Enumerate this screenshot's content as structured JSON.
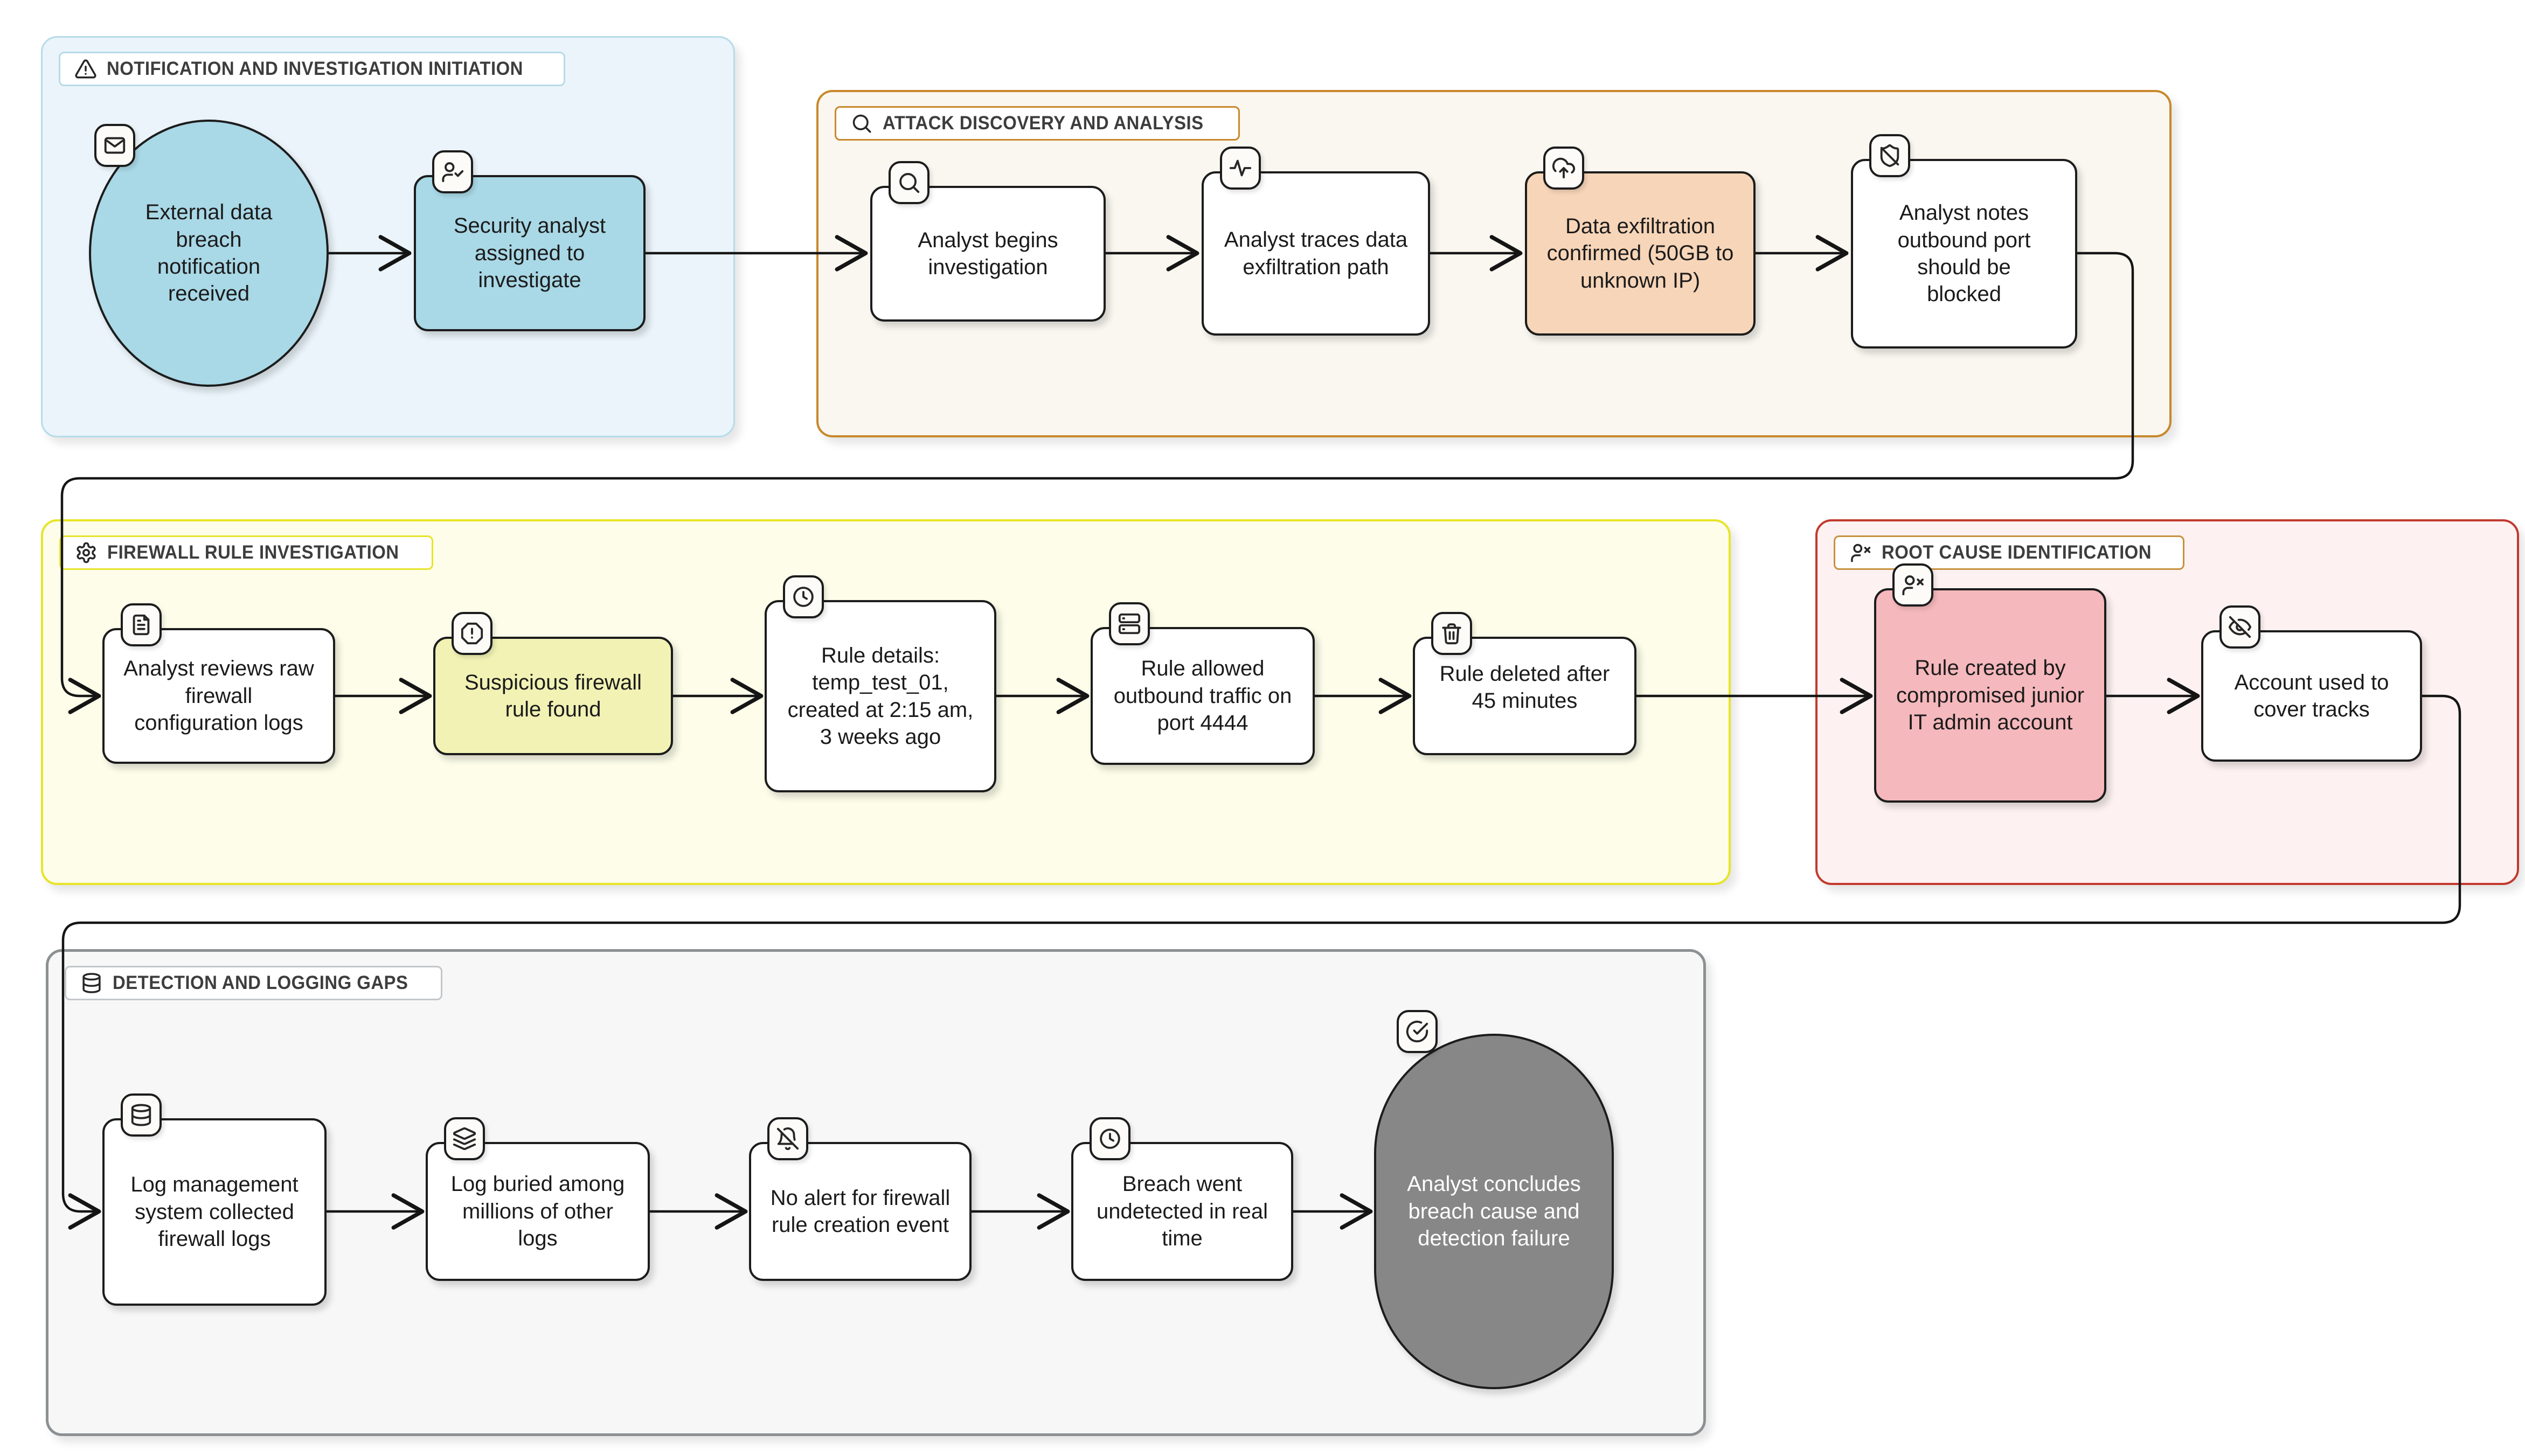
{
  "canvas": {
    "background": "#ffffff"
  },
  "palette": {
    "node_border": "#1c1c1c",
    "arrow": "#151515",
    "badge_bg": "#fcfbf7",
    "blue_node": "#a9d8e6",
    "peach_node": "#f7d5b8",
    "yellow_node": "#f1f2b4",
    "pink_node": "#f5b8bc",
    "gray_node": "#878787"
  },
  "sections": [
    {
      "label": "NOTIFICATION AND INVESTIGATION INITIATION",
      "icon": "alert-triangle-icon",
      "bg": "#eaf4fa",
      "border": "#b6dbe9",
      "nodes": [
        {
          "label": "External data breach notification received",
          "icon": "mail-icon",
          "shape": "stadium",
          "fill": "#a9d8e6"
        },
        {
          "label": "Security analyst assigned to investigate",
          "icon": "user-check-icon",
          "shape": "rect",
          "fill": "#a9d8e6"
        }
      ]
    },
    {
      "label": "ATTACK DISCOVERY AND ANALYSIS",
      "icon": "search-icon",
      "bg": "#faf7f0",
      "border": "#c8882b",
      "nodes": [
        {
          "label": "Analyst begins investigation",
          "icon": "search-icon",
          "shape": "rect",
          "fill": "#ffffff"
        },
        {
          "label": "Analyst traces data exfiltration path",
          "icon": "activity-icon",
          "shape": "rect",
          "fill": "#ffffff"
        },
        {
          "label": "Data exfiltration confirmed (50GB to unknown IP)",
          "icon": "upload-cloud-icon",
          "shape": "rect",
          "fill": "#f7d5b8"
        },
        {
          "label": "Analyst notes outbound port should be blocked",
          "icon": "shield-off-icon",
          "shape": "rect",
          "fill": "#ffffff"
        }
      ]
    },
    {
      "label": "FIREWALL RULE INVESTIGATION",
      "icon": "gear-icon",
      "bg": "#fdfdea",
      "border": "#e7e428",
      "nodes": [
        {
          "label": "Analyst reviews raw firewall configuration logs",
          "icon": "file-text-icon",
          "shape": "rect",
          "fill": "#ffffff"
        },
        {
          "label": "Suspicious firewall rule found",
          "icon": "alert-octagon-icon",
          "shape": "rect",
          "fill": "#f1f2b4"
        },
        {
          "label": "Rule details: temp_test_01, created at 2:15 am, 3 weeks ago",
          "icon": "clock-icon",
          "shape": "rect",
          "fill": "#ffffff"
        },
        {
          "label": "Rule allowed outbound traffic on port 4444",
          "icon": "server-icon",
          "shape": "rect",
          "fill": "#ffffff"
        },
        {
          "label": "Rule deleted after 45 minutes",
          "icon": "trash-icon",
          "shape": "rect",
          "fill": "#ffffff"
        }
      ]
    },
    {
      "label": "ROOT CAUSE IDENTIFICATION",
      "icon": "user-x-icon",
      "bg": "#fdf2f1",
      "border": "#c13a2d",
      "nodes": [
        {
          "label": "Rule created by compromised junior IT admin account",
          "icon": "user-x-icon",
          "shape": "rect",
          "fill": "#f5b8bc"
        },
        {
          "label": "Account used to cover tracks",
          "icon": "eye-off-icon",
          "shape": "rect",
          "fill": "#ffffff"
        }
      ]
    },
    {
      "label": "DETECTION AND LOGGING GAPS",
      "icon": "database-icon",
      "bg": "#f7f7f7",
      "border": "#8c9092",
      "nodes": [
        {
          "label": "Log management system collected firewall logs",
          "icon": "database-icon",
          "shape": "rect",
          "fill": "#ffffff"
        },
        {
          "label": "Log buried among millions of other logs",
          "icon": "layers-icon",
          "shape": "rect",
          "fill": "#ffffff"
        },
        {
          "label": "No alert for firewall rule creation event",
          "icon": "bell-off-icon",
          "shape": "rect",
          "fill": "#ffffff"
        },
        {
          "label": "Breach went undetected in real time",
          "icon": "clock-icon",
          "shape": "rect",
          "fill": "#ffffff"
        },
        {
          "label": "Analyst concludes breach cause and detection failure",
          "icon": "check-circle-icon",
          "shape": "pill",
          "fill": "#878787",
          "text_color": "#ffffff"
        }
      ]
    }
  ],
  "flow": [
    [
      "External data breach notification received",
      "Security analyst assigned to investigate"
    ],
    [
      "Security analyst assigned to investigate",
      "Analyst begins investigation"
    ],
    [
      "Analyst begins investigation",
      "Analyst traces data exfiltration path"
    ],
    [
      "Analyst traces data exfiltration path",
      "Data exfiltration confirmed (50GB to unknown IP)"
    ],
    [
      "Data exfiltration confirmed (50GB to unknown IP)",
      "Analyst notes outbound port should be blocked"
    ],
    [
      "Analyst notes outbound port should be blocked",
      "Analyst reviews raw firewall configuration logs"
    ],
    [
      "Analyst reviews raw firewall configuration logs",
      "Suspicious firewall rule found"
    ],
    [
      "Suspicious firewall rule found",
      "Rule details: temp_test_01, created at 2:15 am, 3 weeks ago"
    ],
    [
      "Rule details: temp_test_01, created at 2:15 am, 3 weeks ago",
      "Rule allowed outbound traffic on port 4444"
    ],
    [
      "Rule allowed outbound traffic on port 4444",
      "Rule deleted after 45 minutes"
    ],
    [
      "Rule deleted after 45 minutes",
      "Rule created by compromised junior IT admin account"
    ],
    [
      "Rule created by compromised junior IT admin account",
      "Account used to cover tracks"
    ],
    [
      "Account used to cover tracks",
      "Log management system collected firewall logs"
    ],
    [
      "Log management system collected firewall logs",
      "Log buried among millions of other logs"
    ],
    [
      "Log buried among millions of other logs",
      "No alert for firewall rule creation event"
    ],
    [
      "No alert for firewall rule creation event",
      "Breach went undetected in real time"
    ],
    [
      "Breach went undetected in real time",
      "Analyst concludes breach cause and detection failure"
    ]
  ]
}
